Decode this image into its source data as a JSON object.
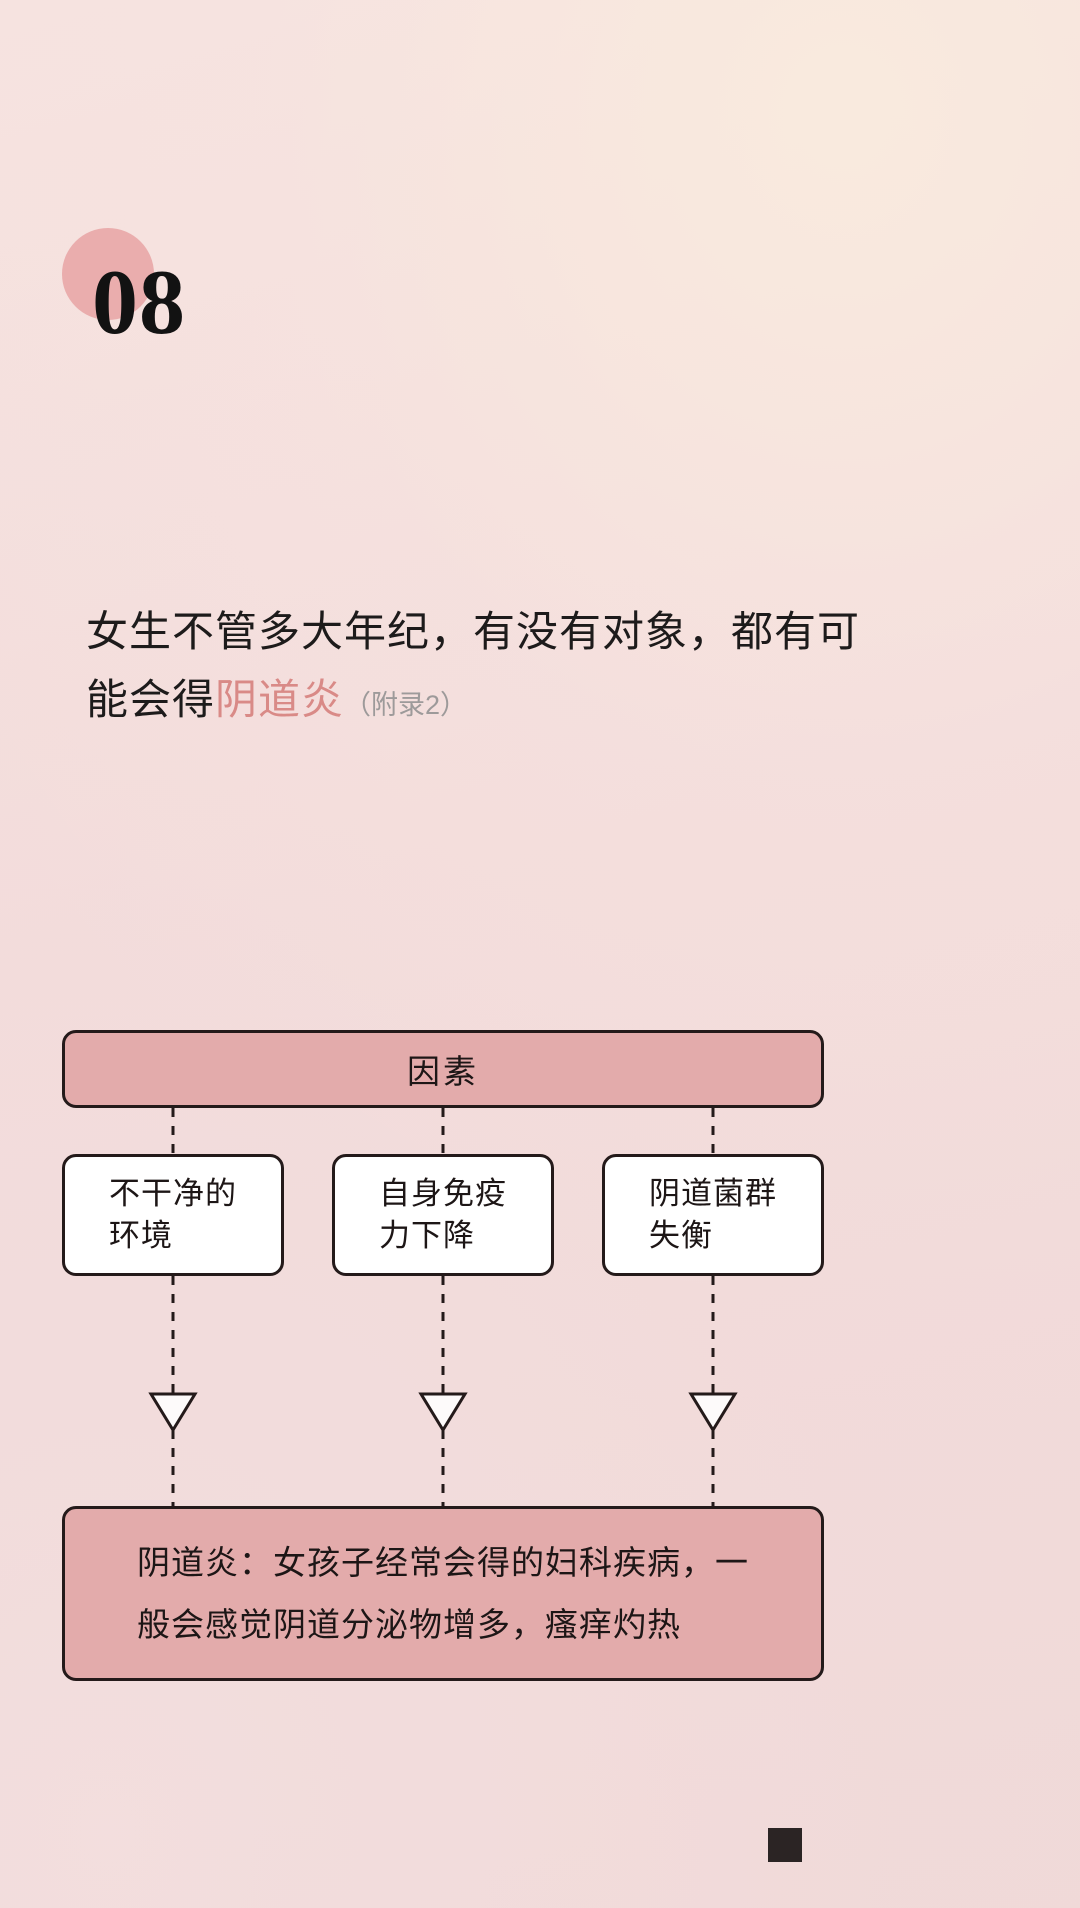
{
  "background": {
    "base_color": "#f2dcdc",
    "accent_pink": "#e3abab",
    "highlight_pink": "#d98a87",
    "ink": "#241a1a"
  },
  "section": {
    "number": "08",
    "circle_color": "#e8a8a8"
  },
  "headline": {
    "line1": "女生不管多大年纪，有没有对象，都有可",
    "line2_plain": "能会得",
    "line2_accent": "阴道炎",
    "line2_note": "（附录2）"
  },
  "diagram": {
    "type": "flowchart",
    "root": {
      "label": "因素",
      "fill": "#e3abab"
    },
    "factors": [
      {
        "label": "不干净的\n环境",
        "fill": "#ffffff"
      },
      {
        "label": "自身免疫\n力下降",
        "fill": "#ffffff"
      },
      {
        "label": "阴道菌群\n失衡",
        "fill": "#ffffff"
      }
    ],
    "connector_style": "dashed",
    "arrow_style": "hollow-triangle-down",
    "outcome": {
      "label": "阴道炎：女孩子经常会得的妇科疾病，一\n般会感觉阴道分泌物增多，瘙痒灼热",
      "fill": "#e3abab"
    }
  },
  "corner_mark": {
    "color": "#2b2424"
  },
  "chart_data": {
    "type": "diagram",
    "title": "因素",
    "nodes": [
      "因素",
      "不干净的环境",
      "自身免疫力下降",
      "阴道菌群失衡",
      "阴道炎：女孩子经常会得的妇科疾病，一般会感觉阴道分泌物增多，瘙痒灼热"
    ],
    "edges": [
      [
        "因素",
        "不干净的环境"
      ],
      [
        "因素",
        "自身免疫力下降"
      ],
      [
        "因素",
        "阴道菌群失衡"
      ],
      [
        "不干净的环境",
        "阴道炎"
      ],
      [
        "自身免疫力下降",
        "阴道炎"
      ],
      [
        "阴道菌群失衡",
        "阴道炎"
      ]
    ]
  }
}
